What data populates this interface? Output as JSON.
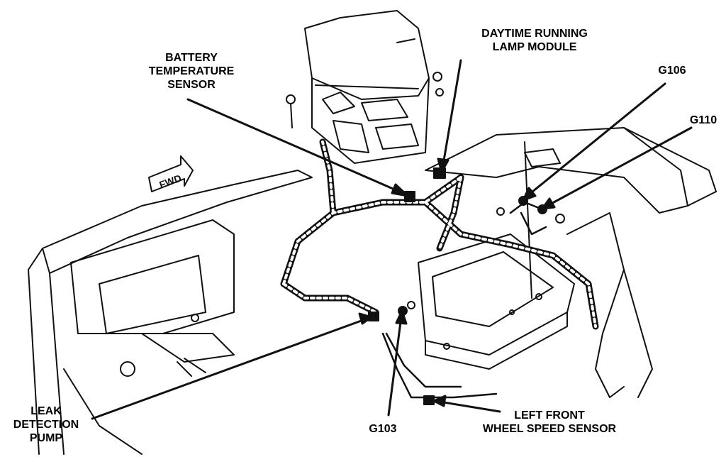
{
  "diagram": {
    "callouts": {
      "battery_temperature_sensor": {
        "line1": "BATTERY",
        "line2": "TEMPERATURE",
        "line3": "SENSOR"
      },
      "daytime_running_lamp_module": {
        "line1": "DAYTIME RUNNING",
        "line2": "LAMP MODULE"
      },
      "g106": {
        "text": "G106"
      },
      "g110": {
        "text": "G110"
      },
      "leak_detection_pump": {
        "line1": "LEAK",
        "line2": "DETECTION",
        "line3": "PUMP"
      },
      "g103": {
        "text": "G103"
      },
      "left_front_wheel_speed_sensor": {
        "line1": "LEFT FRONT",
        "line2": "WHEEL SPEED SENSOR"
      }
    },
    "direction_marker": {
      "text": "FWD"
    }
  }
}
